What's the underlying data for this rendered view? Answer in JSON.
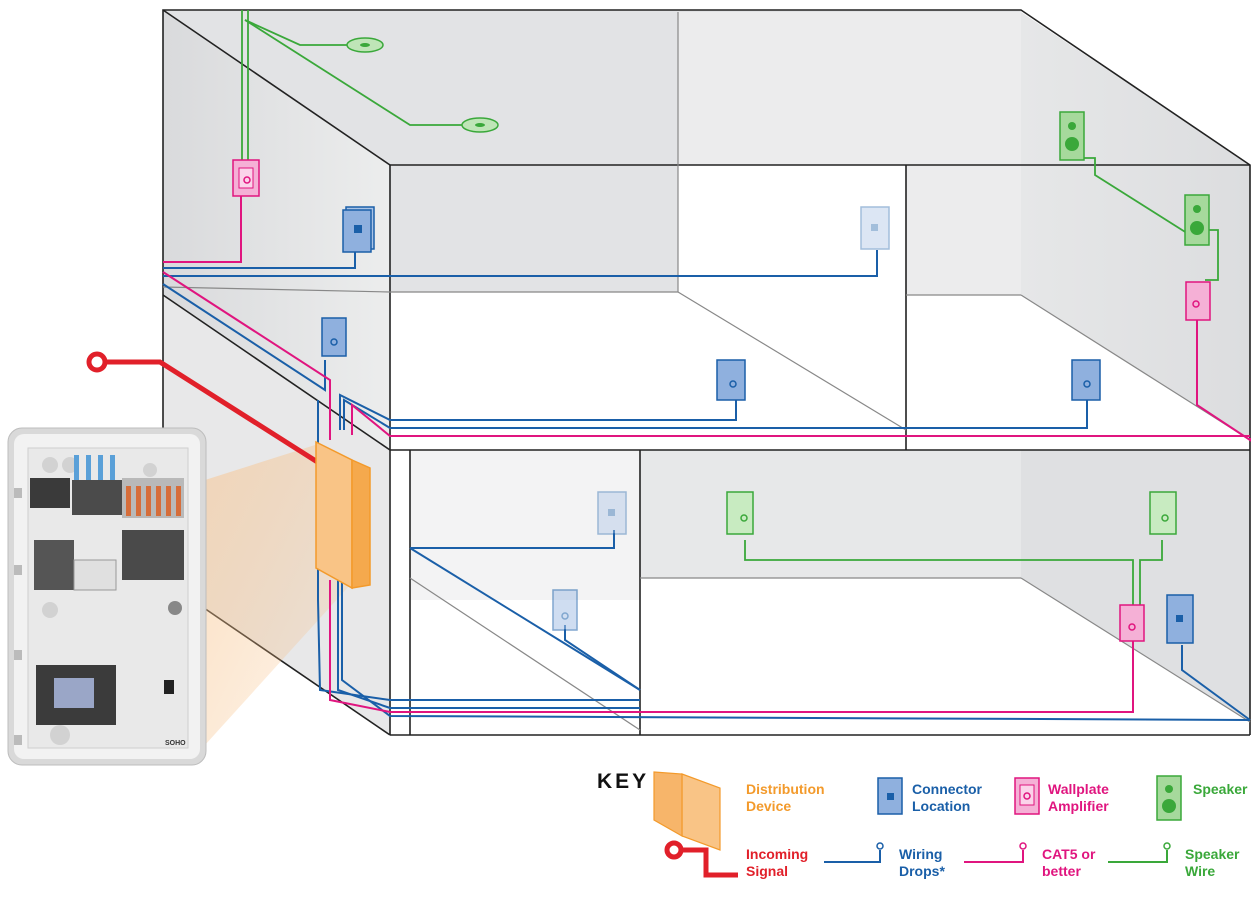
{
  "key": {
    "title": "KEY",
    "items": [
      {
        "label_line1": "Distribution",
        "label_line2": "Device",
        "icon": "distribution-device-icon",
        "color": "#f39a2b"
      },
      {
        "label_line1": "Connector",
        "label_line2": "Location",
        "icon": "connector-location-icon",
        "color": "#1a5fa8"
      },
      {
        "label_line1": "Wallplate",
        "label_line2": "Amplifier",
        "icon": "wallplate-amplifier-icon",
        "color": "#e0157f"
      },
      {
        "label_line1": "Speaker",
        "label_line2": "",
        "icon": "speaker-icon",
        "color": "#3aa83a"
      }
    ],
    "lines": [
      {
        "label_line1": "Incoming",
        "label_line2": "Signal",
        "icon": "incoming-signal-icon",
        "color": "#e1202a"
      },
      {
        "label_line1": "Wiring",
        "label_line2": "Drops*",
        "icon": "wiring-drop-line",
        "color": "#1a5fa8"
      },
      {
        "label_line1": "CAT5 or",
        "label_line2": "better",
        "icon": "cat5-line",
        "color": "#e0157f"
      },
      {
        "label_line1": "Speaker",
        "label_line2": "Wire",
        "icon": "speaker-wire-line",
        "color": "#3aa83a"
      }
    ]
  },
  "panel": {
    "brand": "SOHO"
  }
}
